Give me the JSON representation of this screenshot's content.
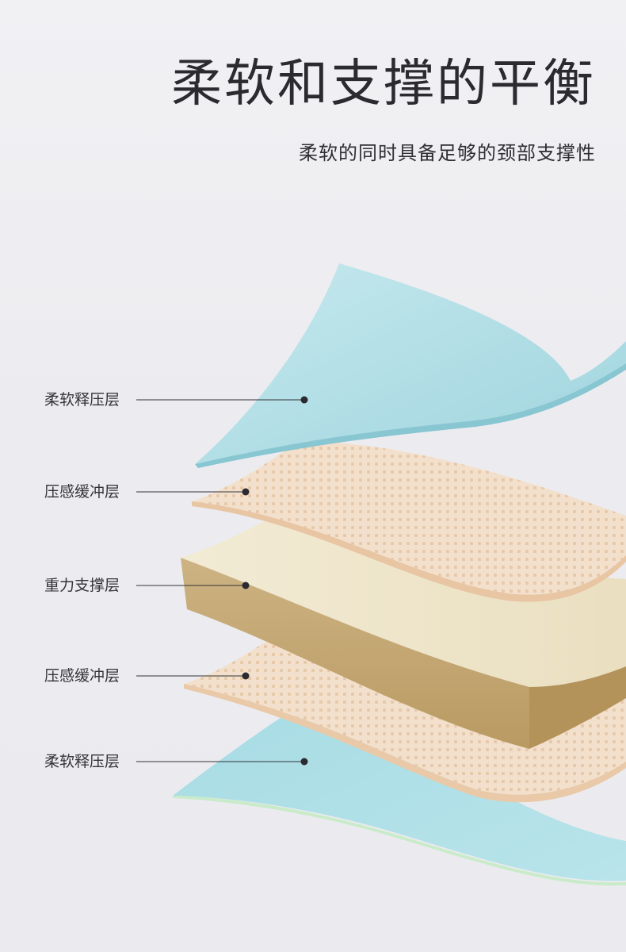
{
  "header": {
    "title": "柔软和支撑的平衡",
    "subtitle": "柔软的同时具备足够的颈部支撑性"
  },
  "layers": [
    {
      "label": "柔软释压层",
      "material": "foam-sheet",
      "color": "#a9dbe3"
    },
    {
      "label": "压感缓冲层",
      "material": "perforated-latex",
      "color": "#f3e0cc"
    },
    {
      "label": "重力支撑层",
      "material": "memory-foam-block",
      "color": "#efe6cb"
    },
    {
      "label": "压感缓冲层",
      "material": "perforated-latex",
      "color": "#f3e0cc"
    },
    {
      "label": "柔软释压层",
      "material": "foam-sheet",
      "color": "#a9dbe3"
    }
  ],
  "colors": {
    "title_text": "#2b2b2f",
    "leader_line": "#333338",
    "soft_layer": "#a9dbe3",
    "cushion_layer": "#f3e0cc",
    "support_top": "#efe6cb",
    "support_side": "#c4a874"
  }
}
